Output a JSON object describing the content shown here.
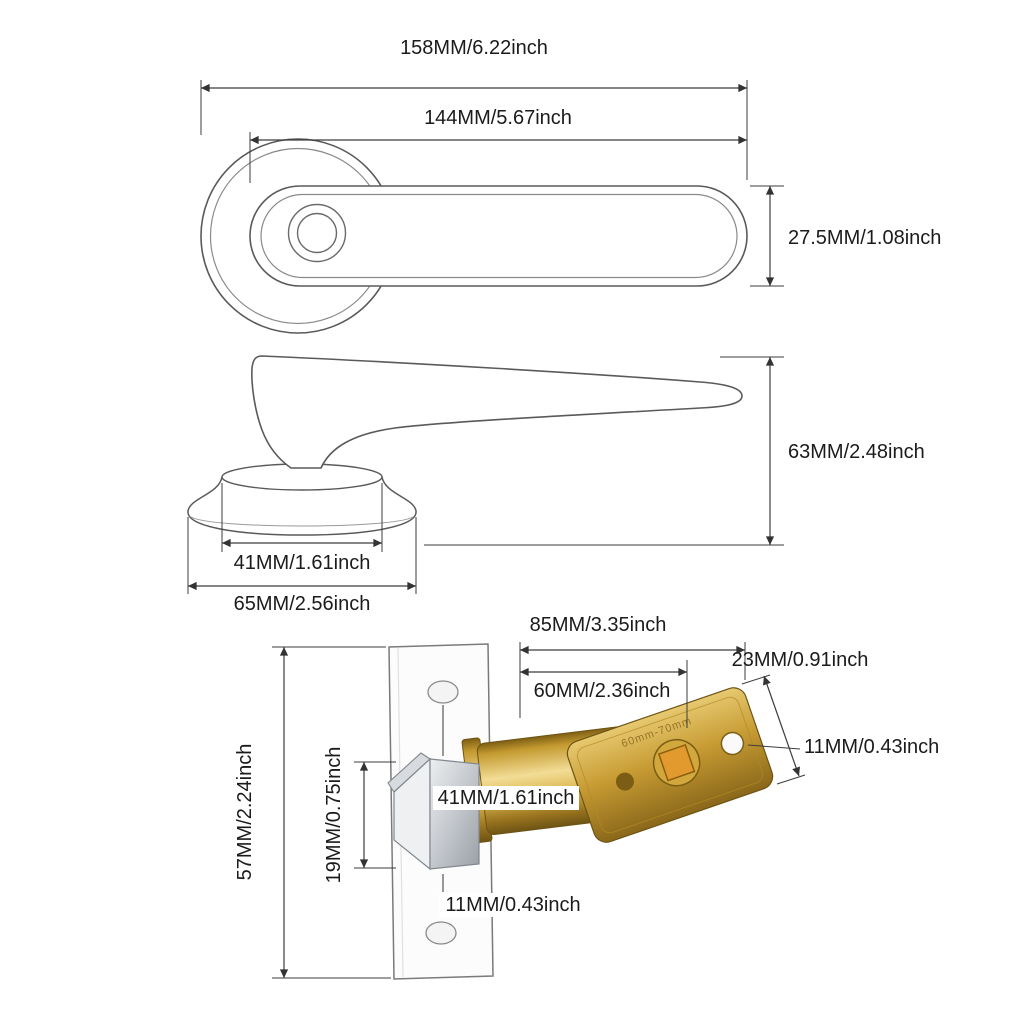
{
  "colors": {
    "background": "#ffffff",
    "line": "#3c3c3c",
    "outline": "#5a5a5a",
    "text": "#1b1b1b",
    "brass": "#c79b33",
    "brass_light": "#f2dd96",
    "brass_dark": "#6d5414",
    "steel_light": "#eef0f2",
    "steel": "#c6cbd1"
  },
  "top_view": {
    "dims": {
      "total_length": "158MM/6.22inch",
      "lever_length": "144MM/5.67inch",
      "lever_width": "27.5MM/1.08inch"
    }
  },
  "side_view": {
    "dims": {
      "overall_height": "63MM/2.48inch",
      "rose_neck_diameter": "41MM/1.61inch",
      "rose_base_diameter": "65MM/2.56inch"
    }
  },
  "latch_view": {
    "dims": {
      "latch_body_length": "85MM/3.35inch",
      "backset": "60MM/2.36inch",
      "case_width": "23MM/0.91inch",
      "case_hole_diameter": "11MM/0.43inch",
      "faceplate_length": "57MM/2.24inch",
      "bolt_height": "19MM/0.75inch",
      "bolt_length": "41MM/1.61inch",
      "screw_hole_diameter": "11MM/0.43inch"
    },
    "case_stamp": "60mm-70mm"
  }
}
